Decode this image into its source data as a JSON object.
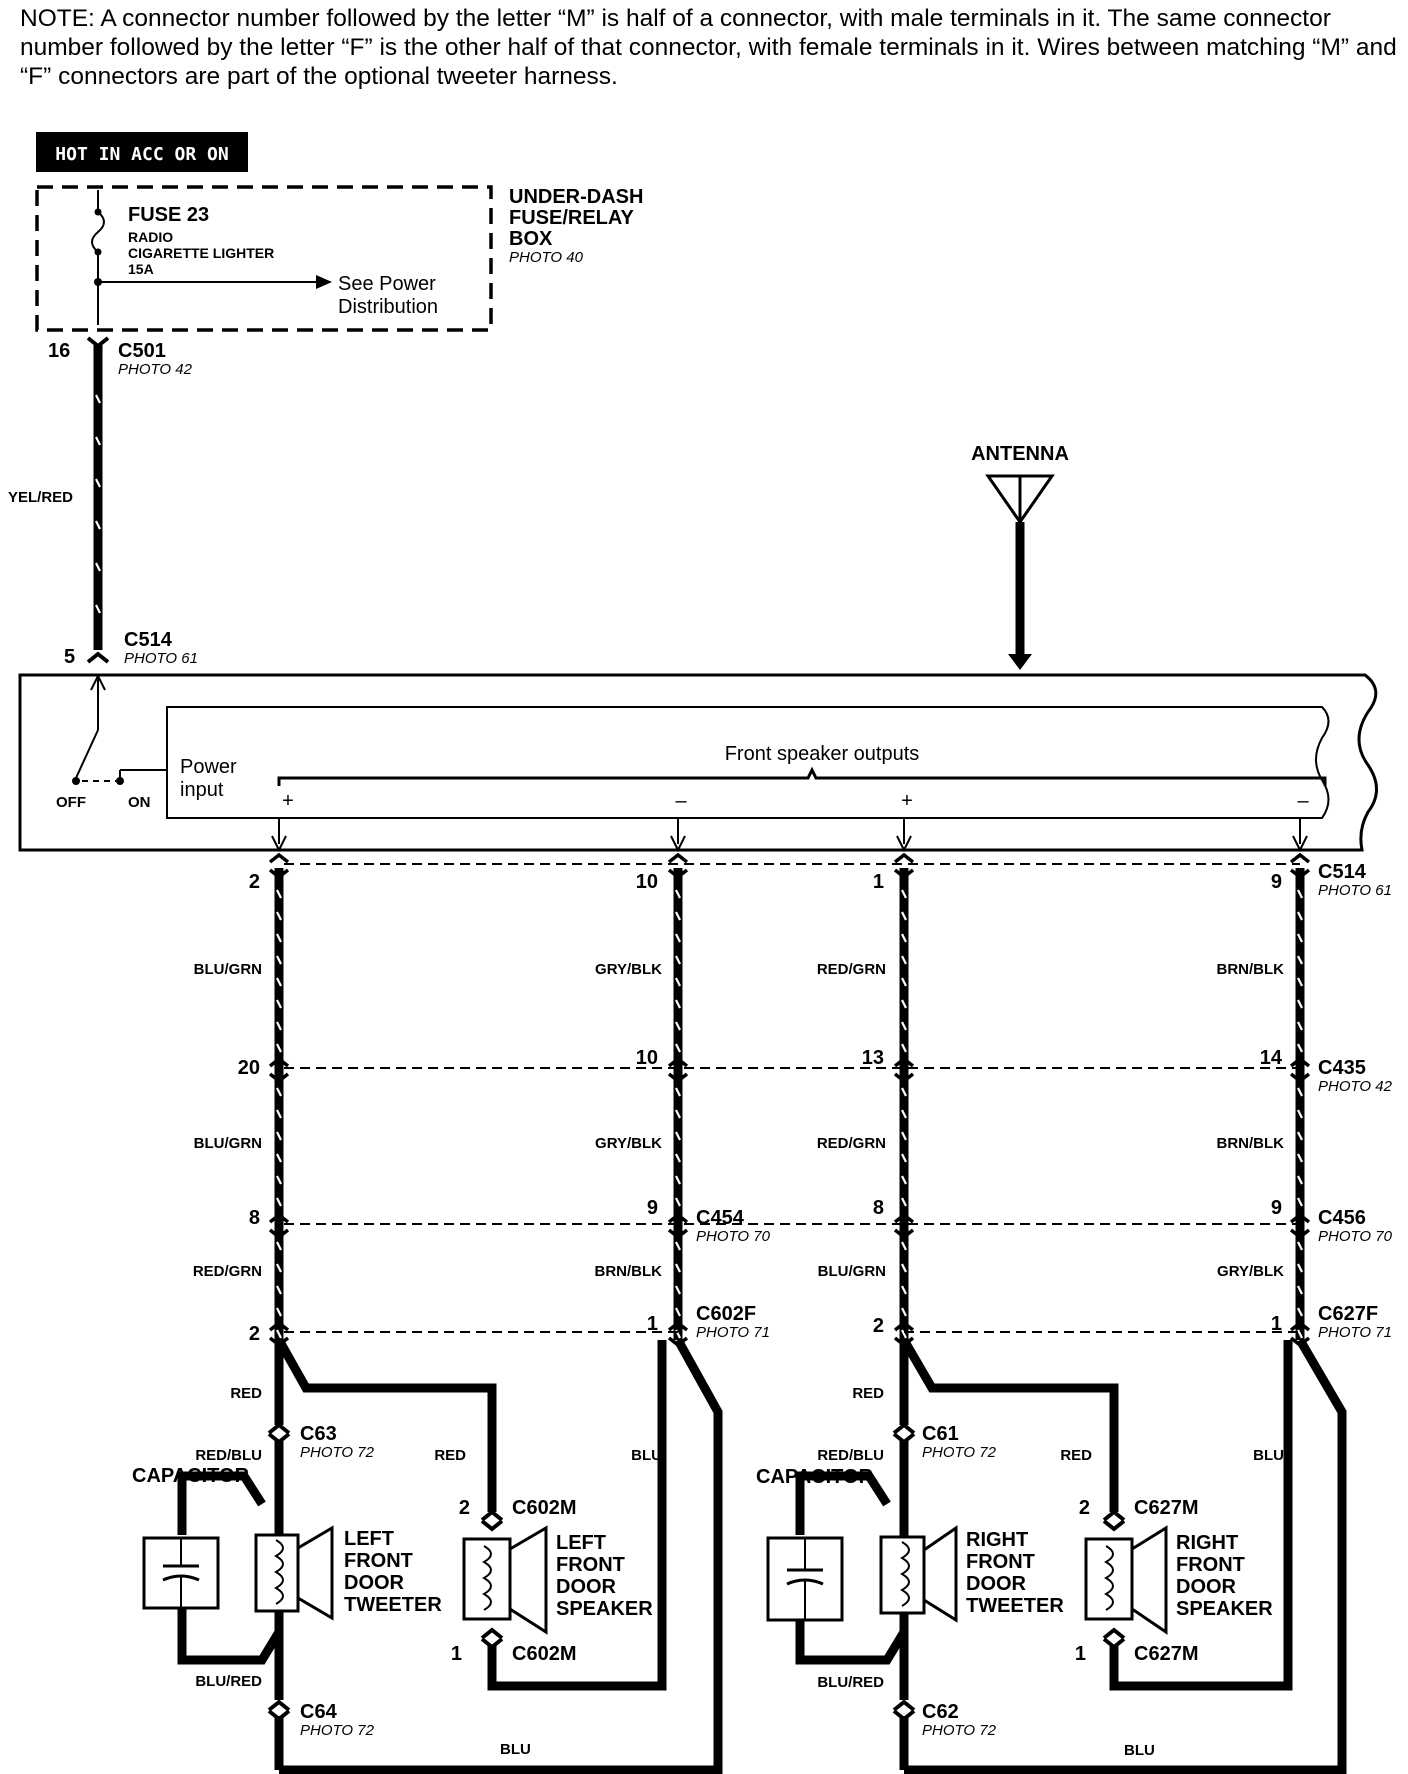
{
  "note": "NOTE: A connector number followed by the letter “M” is half of a connector, with male terminals in it. The same connector number followed by the letter “F” is the other half of that connector, with female terminals in it. Wires between matching “M” and “F” connectors are part of the optional tweeter harness.",
  "power": {
    "hot_label": "HOT IN ACC OR ON",
    "fuse_name": "FUSE 23",
    "fuse_circuit_1": "RADIO",
    "fuse_circuit_2": "CIGARETTE LIGHTER",
    "fuse_rating": "15A",
    "see_power_1": "See Power",
    "see_power_2": "Distribution",
    "box_name_1": "UNDER-DASH",
    "box_name_2": "FUSE/RELAY",
    "box_name_3": "BOX",
    "box_photo": "PHOTO 40",
    "c501_pin": "16",
    "c501_name": "C501",
    "c501_photo": "PHOTO 42",
    "wire_color": "YEL/RED",
    "c514_pin": "5",
    "c514_name": "C514",
    "c514_photo": "PHOTO 61"
  },
  "antenna": {
    "label": "ANTENNA"
  },
  "radio_unit": {
    "power_input_1": "Power",
    "power_input_2": "input",
    "switch_off": "OFF",
    "switch_on": "ON",
    "outputs_label": "Front speaker outputs",
    "polarity": [
      "+",
      "–",
      "+",
      "–"
    ]
  },
  "connector_rows": [
    {
      "name": "C514",
      "photo": "PHOTO 61",
      "pins": [
        "2",
        "10",
        "1",
        "9"
      ]
    },
    {
      "name": "C435",
      "photo": "PHOTO 42",
      "pins": [
        "20",
        "10",
        "13",
        "14"
      ]
    },
    {
      "name": "C454",
      "photo": "PHOTO 70",
      "name2": "C456",
      "photo2": "PHOTO 70",
      "pins": [
        "8",
        "9",
        "8",
        "9"
      ]
    },
    {
      "name": "C602F",
      "photo": "PHOTO 71",
      "name2": "C627F",
      "photo2": "PHOTO 71",
      "pins": [
        "2",
        "1",
        "2",
        "1"
      ]
    }
  ],
  "wire_segments": [
    [
      "BLU/GRN",
      "GRY/BLK",
      "RED/GRN",
      "BRN/BLK"
    ],
    [
      "BLU/GRN",
      "GRY/BLK",
      "RED/GRN",
      "BRN/BLK"
    ],
    [
      "RED/GRN",
      "BRN/BLK",
      "BLU/GRN",
      "GRY/BLK"
    ]
  ],
  "left_side": {
    "red_top": "RED",
    "tweeter_conn": "C63",
    "tweeter_conn_photo": "PHOTO 72",
    "red_blu": "RED/BLU",
    "red_mid": "RED",
    "blu_mid": "BLU",
    "capacitor": "CAPACITOR",
    "tweeter_1": "LEFT",
    "tweeter_2": "FRONT",
    "tweeter_3": "DOOR",
    "tweeter_4": "TWEETER",
    "spk_conn_top": "C602M",
    "spk_pin_top": "2",
    "spk_conn_bot": "C602M",
    "spk_pin_bot": "1",
    "speaker_1": "LEFT",
    "speaker_2": "FRONT",
    "speaker_3": "DOOR",
    "speaker_4": "SPEAKER",
    "blu_red": "BLU/RED",
    "bottom_conn": "C64",
    "bottom_conn_photo": "PHOTO 72",
    "blu_bottom": "BLU"
  },
  "right_side": {
    "red_top": "RED",
    "tweeter_conn": "C61",
    "tweeter_conn_photo": "PHOTO 72",
    "red_blu": "RED/BLU",
    "red_mid": "RED",
    "blu_mid": "BLU",
    "capacitor": "CAPACITOR",
    "tweeter_1": "RIGHT",
    "tweeter_2": "FRONT",
    "tweeter_3": "DOOR",
    "tweeter_4": "TWEETER",
    "spk_conn_top": "C627M",
    "spk_pin_top": "2",
    "spk_conn_bot": "C627M",
    "spk_pin_bot": "1",
    "speaker_1": "RIGHT",
    "speaker_2": "FRONT",
    "speaker_3": "DOOR",
    "speaker_4": "SPEAKER",
    "blu_red": "BLU/RED",
    "bottom_conn": "C62",
    "bottom_conn_photo": "PHOTO 72",
    "blu_bottom": "BLU"
  }
}
